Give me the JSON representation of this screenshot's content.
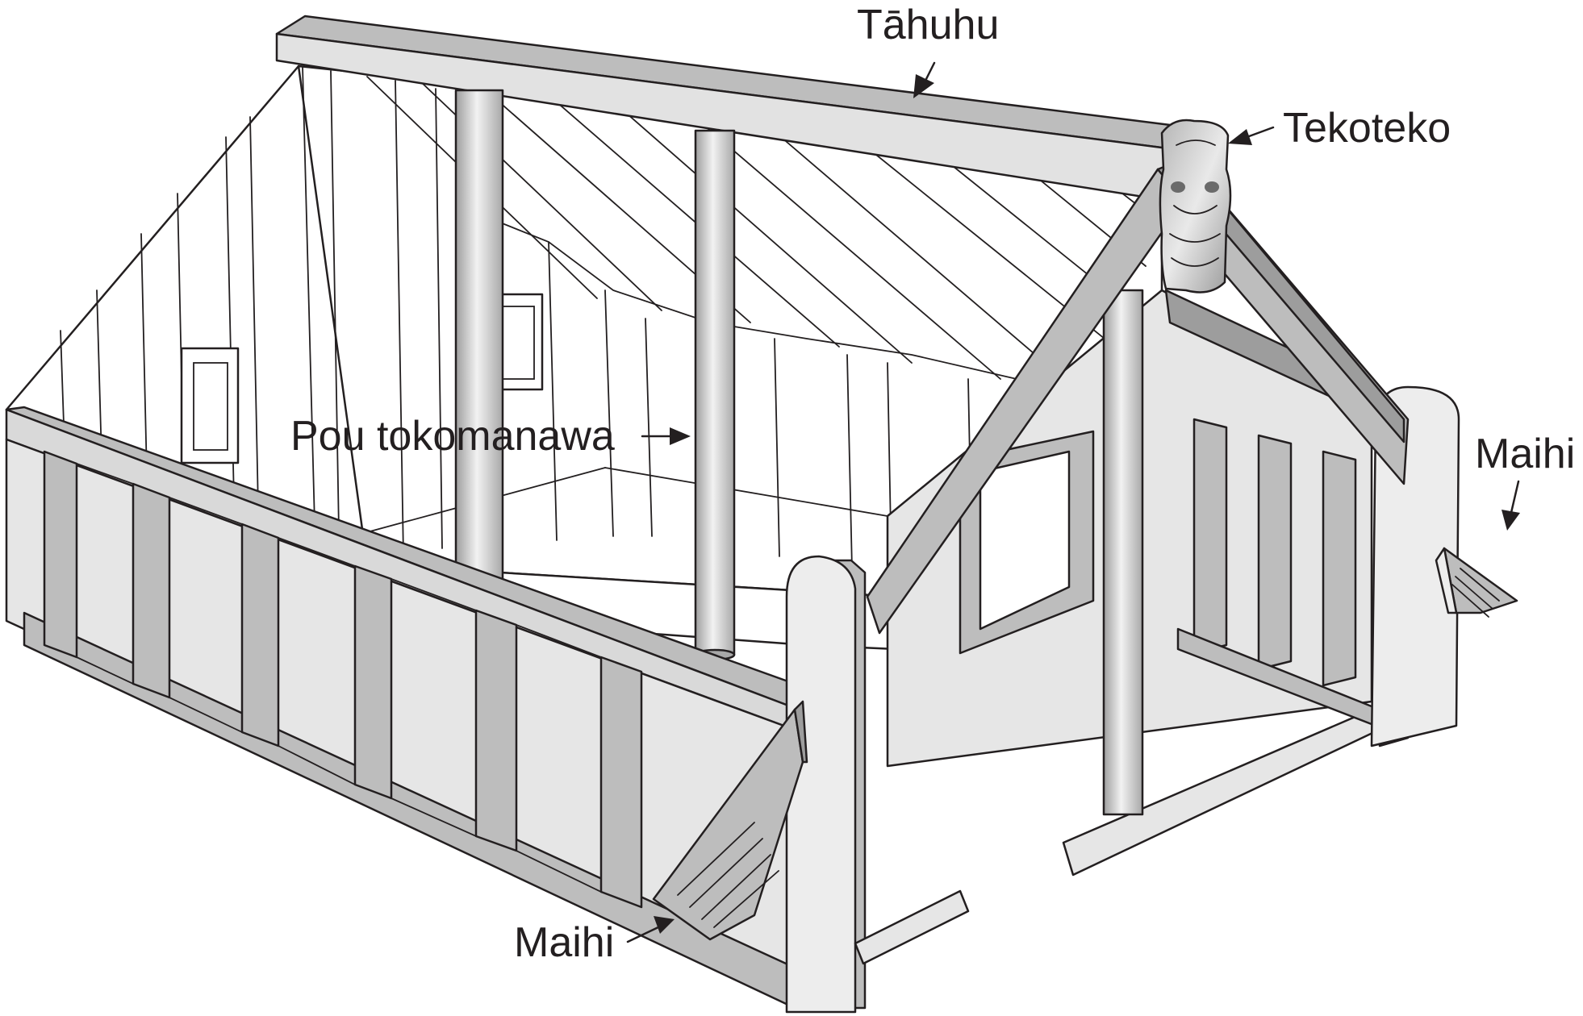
{
  "labels": {
    "tahuhu": "Tāhuhu",
    "tekoteko": "Tekoteko",
    "pou": "Pou tokomanawa",
    "maihi_right": "Maihi",
    "maihi_left": "Maihi"
  },
  "colors": {
    "frame": "#bdbdbd",
    "frame_dark": "#9d9d9d",
    "panel": "#e6e6e6",
    "wall": "#ffffff",
    "outline": "#231f20"
  }
}
